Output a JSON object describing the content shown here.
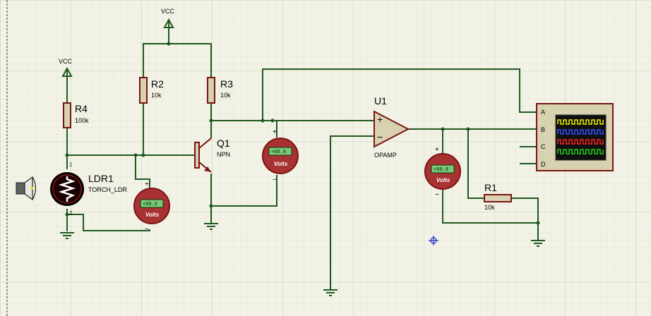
{
  "components": {
    "vcc1": "VCC",
    "vcc2": "VCC",
    "r2": {
      "ref": "R2",
      "value": "10k"
    },
    "r3": {
      "ref": "R3",
      "value": "10k"
    },
    "r4": {
      "ref": "R4",
      "value": "100k"
    },
    "r1": {
      "ref": "R1",
      "value": "10k"
    },
    "q1": {
      "ref": "Q1",
      "value": "NPN"
    },
    "u1": {
      "ref": "U1",
      "value": "OPAMP"
    },
    "ldr1": {
      "ref": "LDR1",
      "value": "TORCH_LDR",
      "pin1": "1",
      "pin2": "2"
    }
  },
  "voltmeters": [
    {
      "display": "+88.8",
      "unit": "Volts"
    },
    {
      "display": "+88.8",
      "unit": "Volts"
    },
    {
      "display": "+88.8",
      "unit": "Volts"
    }
  ],
  "meter_signs": {
    "plus": "+",
    "minus": "−"
  },
  "opamp_signs": {
    "plus": "+",
    "minus": "−"
  },
  "oscilloscope": {
    "channels": [
      "A",
      "B",
      "C",
      "D"
    ],
    "trace_colors": [
      "#f0f000",
      "#3050ff",
      "#ff2020",
      "#20d020"
    ]
  },
  "colors": {
    "wire": "#1e5a1e",
    "component": "#7a1414",
    "component_fill": "#d8d2b0",
    "background": "#f2f2e6"
  },
  "icons": {
    "light_source": "speaker-torch-icon",
    "probe": "crosshair-probe-icon"
  }
}
